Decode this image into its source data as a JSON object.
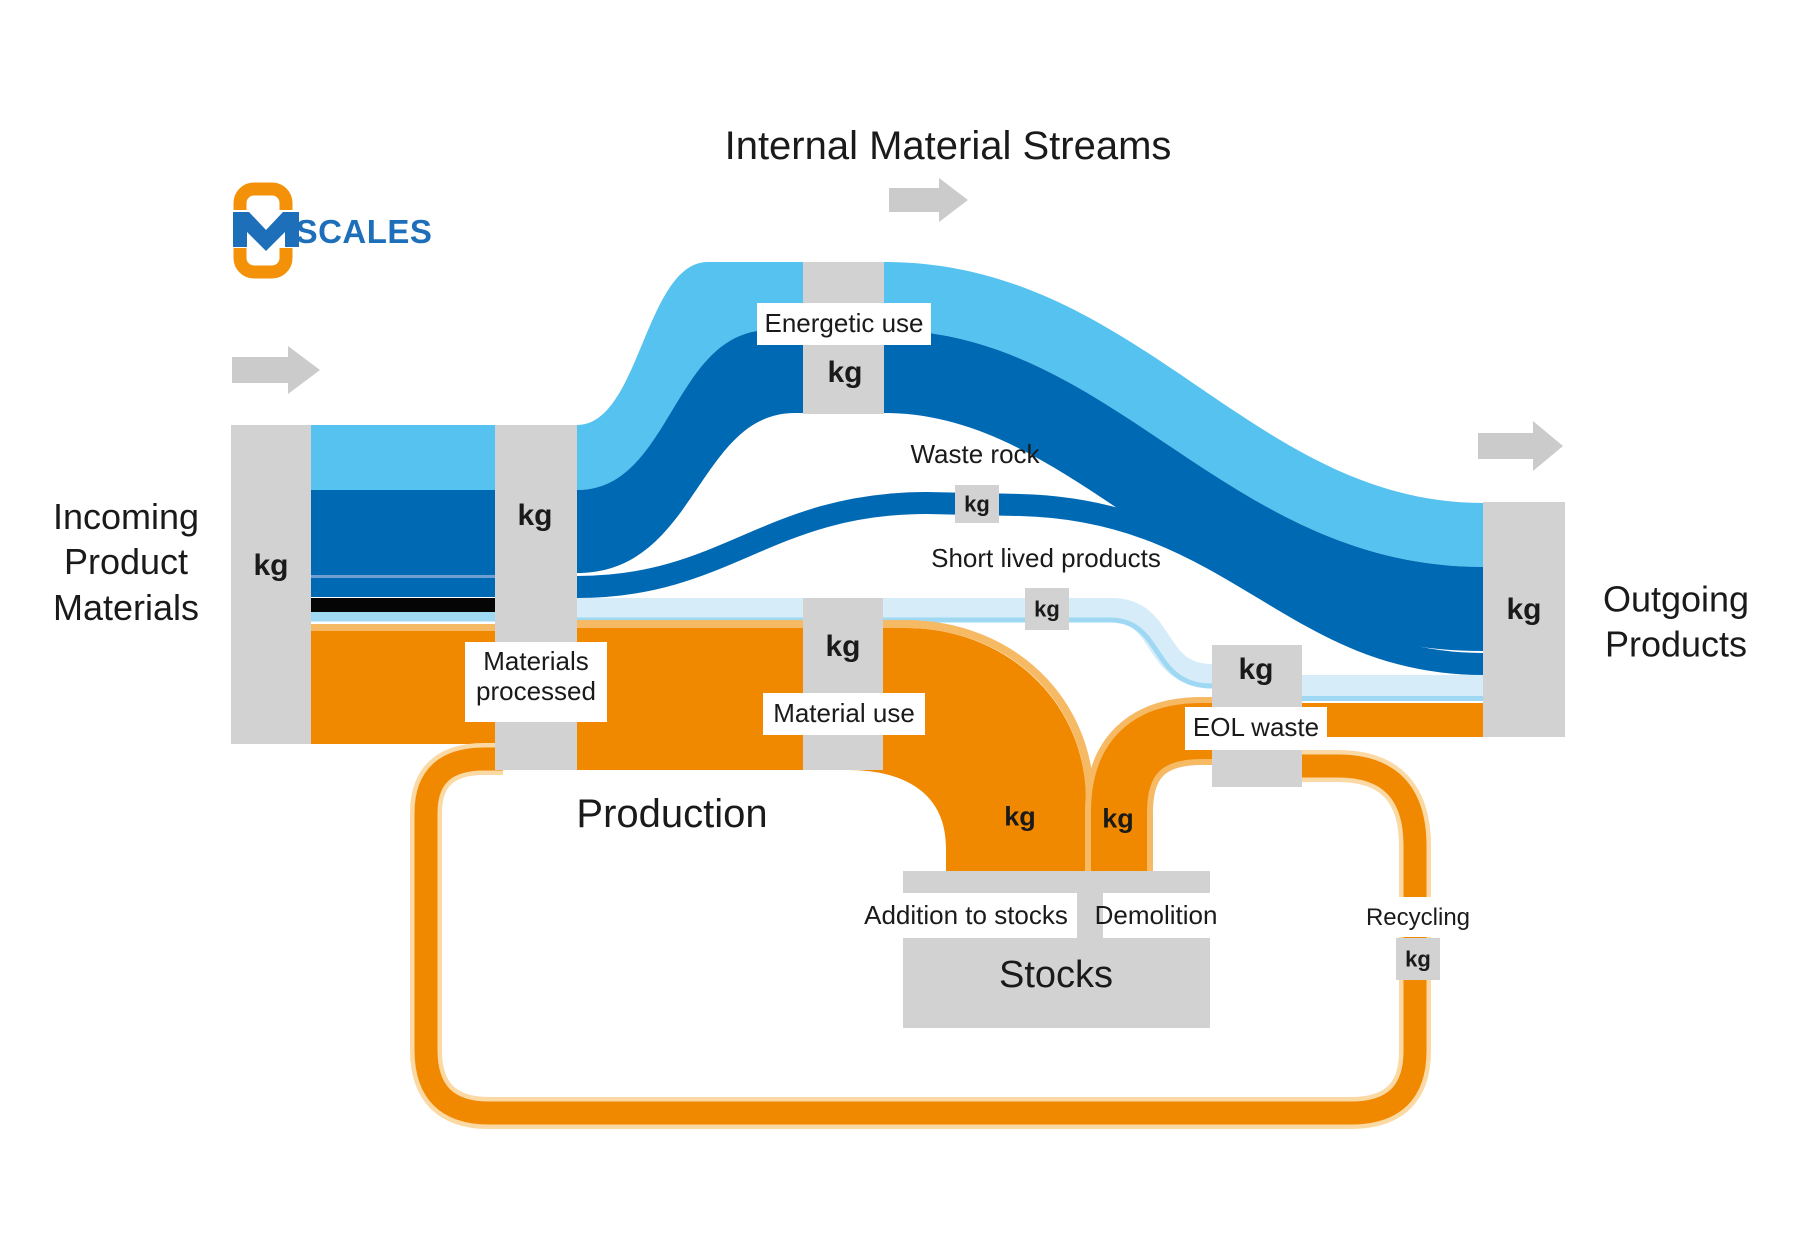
{
  "title": "Internal Material Streams",
  "unit": "kg",
  "logo": {
    "monogram": "M",
    "brand": "SCALES",
    "orange": "#F39208",
    "blue": "#1C6FB8"
  },
  "endpoints": {
    "incoming": {
      "line1": "Incoming",
      "line2": "Product",
      "line3": "Materials"
    },
    "outgoing": {
      "line1": "Outgoing",
      "line2": "Products"
    }
  },
  "processes": {
    "materials_processed": {
      "line1": "Materials",
      "line2": "processed"
    },
    "energetic_use": "Energetic use",
    "waste_rock": "Waste rock",
    "short_lived_products": "Short lived products",
    "material_use": "Material use",
    "production": "Production",
    "addition_to_stocks": "Addition to stocks",
    "demolition": "Demolition",
    "stocks": "Stocks",
    "eol_waste": "EOL waste",
    "recycling": "Recycling"
  },
  "flows": [
    {
      "from": "Incoming Product Materials",
      "to": "Materials processed",
      "streams": [
        "sky-blue",
        "dark-blue",
        "black",
        "light-sky",
        "orange"
      ],
      "unit": "kg"
    },
    {
      "from": "Materials processed",
      "to": "Energetic use",
      "streams": [
        "sky-blue",
        "dark-blue"
      ],
      "unit": "kg"
    },
    {
      "from": "Energetic use",
      "to": "Outgoing Products",
      "streams": [
        "sky-blue",
        "dark-blue"
      ],
      "unit": "kg"
    },
    {
      "from": "Materials processed",
      "to": "Outgoing Products",
      "via": "Waste rock",
      "streams": [
        "dark-blue"
      ],
      "unit": "kg"
    },
    {
      "from": "Materials processed",
      "to": "EOL waste",
      "via": "Short lived products",
      "streams": [
        "pale-blue"
      ],
      "unit": "kg"
    },
    {
      "from": "Materials processed",
      "to": "Material use",
      "streams": [
        "orange"
      ],
      "unit": "kg"
    },
    {
      "from": "Material use",
      "to": "Stocks",
      "via": "Addition to stocks",
      "streams": [
        "orange"
      ],
      "unit": "kg"
    },
    {
      "from": "Stocks",
      "to": "EOL waste",
      "via": "Demolition",
      "streams": [
        "orange"
      ],
      "unit": "kg"
    },
    {
      "from": "EOL waste",
      "to": "Outgoing Products",
      "streams": [
        "pale-blue",
        "orange"
      ],
      "unit": "kg"
    },
    {
      "from": "EOL waste",
      "to": "Materials processed",
      "via": "Recycling",
      "streams": [
        "orange"
      ],
      "unit": "kg"
    }
  ],
  "colors": {
    "sky_blue": "#55C2EF",
    "dark_blue": "#0069B4",
    "pale_blue": "#D7ECF9",
    "light_sky_edge": "#9ED8F3",
    "orange": "#F08800",
    "orange_highlight": "#F6B964",
    "loop_halo": "#FBD9A4",
    "node_gray": "#D2D2D2",
    "arrow_gray": "#CBCBCB",
    "black_stripe": "#050505"
  }
}
